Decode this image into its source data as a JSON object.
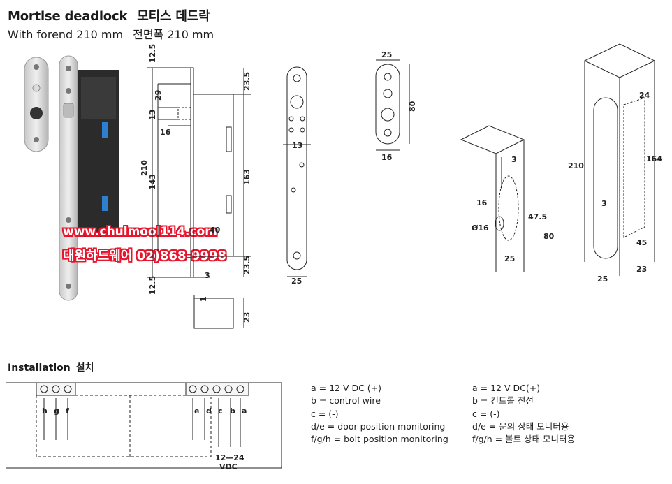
{
  "header": {
    "title_en": "Mortise deadlock",
    "title_ko": "모티스 데드락",
    "subtitle_en": "With forend 210 mm",
    "subtitle_ko": "전면폭 210 mm"
  },
  "watermark": {
    "url": "www.chulmool114.com",
    "phone": "대원하드웨어 02)868-9998",
    "color": "#e8142c"
  },
  "dimensions": {
    "side": {
      "top": "12.5",
      "t29": "29",
      "t13": "13",
      "t16": "16",
      "total": "210",
      "mid": "143",
      "body": "163",
      "top_end": "23.5",
      "bot_end": "23.5",
      "bottom": "12.5",
      "b3": "3",
      "b40": "40",
      "c1": "1",
      "c23": "23"
    },
    "faceplate": {
      "width": "25",
      "hole": "13"
    },
    "strike": {
      "width": "25",
      "height": "80",
      "bottom": "16"
    },
    "door_cut": {
      "t3": "3",
      "d16": "16",
      "dia": "Ø16",
      "h47": "47.5",
      "h80": "80",
      "b25": "25"
    },
    "box_cut": {
      "w24": "24",
      "h210": "210",
      "h164": "164",
      "t3": "3",
      "d45": "45",
      "b25": "25",
      "b23": "23"
    }
  },
  "installation": {
    "title_en": "Installation",
    "title_ko": "설치",
    "left_terminals": [
      "h",
      "g",
      "f"
    ],
    "right_terminals": [
      "e",
      "d",
      "c",
      "b",
      "a"
    ],
    "power_label": "12—24",
    "power_unit": "VDC"
  },
  "legend_en": [
    "a = 12 V DC (+)",
    "b = control wire",
    "c = (-)",
    "d/e = door position monitoring",
    "f/g/h = bolt position monitoring"
  ],
  "legend_ko": [
    "a = 12 V DC(+)",
    "b = 컨트롤 전선",
    "c = (-)",
    "d/e = 문의 상태 모니터용",
    "f/g/h = 볼트 상태 모니터용"
  ]
}
